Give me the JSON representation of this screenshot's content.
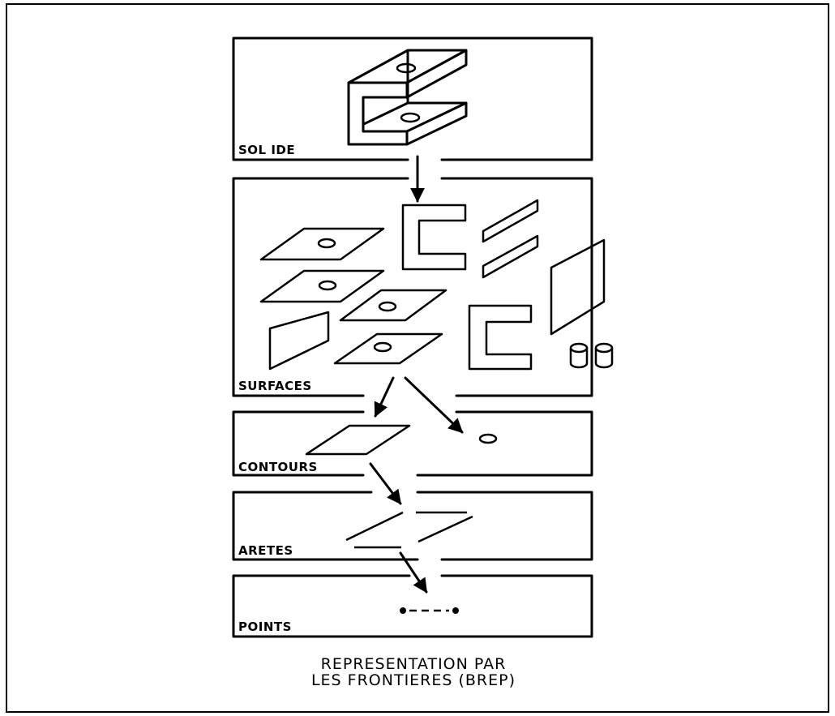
{
  "labels": {
    "solide": "SOL IDE",
    "surfaces": "SURFACES",
    "contours": "CONTOURS",
    "aretes": "ARETES",
    "points": "POINTS"
  },
  "caption": {
    "line1": "REPRESENTATION PAR",
    "line2": "LES FRONTIERES (BREP)"
  }
}
